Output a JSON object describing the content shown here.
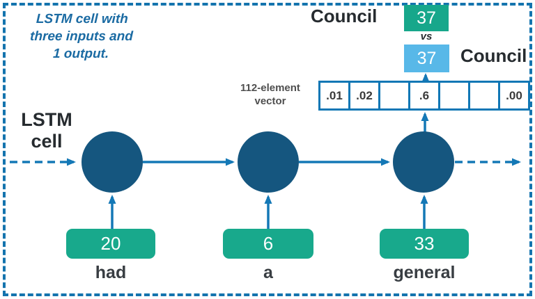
{
  "colors": {
    "frame_blue": "#1474ae",
    "arrow_blue": "#1478b6",
    "node_blue": "#15567f",
    "green": "#18a98c",
    "light_blue": "#58b8e8",
    "dark_text": "#262b2f",
    "gray_text": "#4f4f4f",
    "note_blue": "#1b6ba3"
  },
  "note": {
    "line1": "LSTM cell with",
    "line2": "three inputs and",
    "line3": "1 output."
  },
  "lstm_label": {
    "line1": "LSTM",
    "line2": "cell"
  },
  "comparison": {
    "left_label": "Council",
    "right_label": "Council",
    "vs_label": "vs",
    "predicted_value": "37",
    "actual_value": "37"
  },
  "vector": {
    "label_line1": "112-element",
    "label_line2": "vector",
    "cells": [
      ".01",
      ".02",
      "",
      ".6",
      "",
      "",
      ".00"
    ]
  },
  "inputs": [
    {
      "value": "20",
      "word": "had"
    },
    {
      "value": "6",
      "word": "a"
    },
    {
      "value": "33",
      "word": "general"
    }
  ]
}
